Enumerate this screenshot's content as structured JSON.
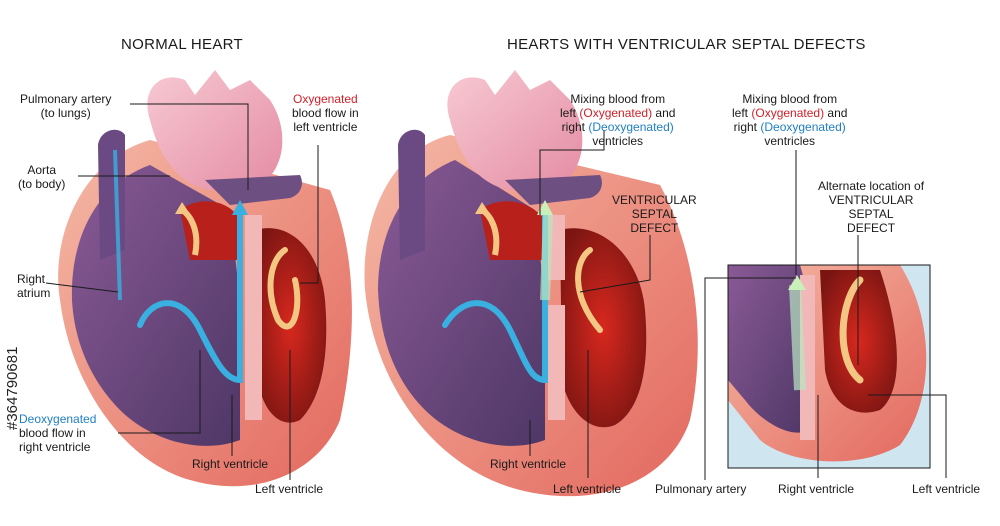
{
  "titles": {
    "normal": "NORMAL HEART",
    "vsd": "HEARTS WITH VENTRICULAR SEPTAL DEFECTS"
  },
  "normal_labels": {
    "pulmonary_artery": "Pulmonary artery",
    "pulmonary_artery_sub": "(to lungs)",
    "aorta": "Aorta",
    "aorta_sub": "(to body)",
    "right_atrium_1": "Right",
    "right_atrium_2": "atrium",
    "oxy_word": "Oxygenated",
    "oxy_line2": "blood flow in",
    "oxy_line3": "left ventricle",
    "deoxy_word": "Deoxygenated",
    "deoxy_line2": "blood flow in",
    "deoxy_line3": "right ventricle",
    "right_ventricle": "Right ventricle",
    "left_ventricle": "Left ventricle"
  },
  "vsd_labels": {
    "mix_line1": "Mixing blood from",
    "mix_left": "left",
    "mix_oxy": "(Oxygenated)",
    "mix_and": "and",
    "mix_right": "right",
    "mix_deoxy": "(Deoxygenated)",
    "mix_ventricles": "ventricles",
    "vsd_1": "VENTRICULAR",
    "vsd_2": "SEPTAL",
    "vsd_3": "DEFECT",
    "alt_1": "Alternate location of",
    "right_ventricle": "Right ventricle",
    "left_ventricle": "Left ventricle",
    "pulmonary_artery": "Pulmonary artery"
  },
  "watermark": "#364790681",
  "colors": {
    "oxygenated": "#d4202a",
    "deoxygenated": "#1f7fc4"
  }
}
